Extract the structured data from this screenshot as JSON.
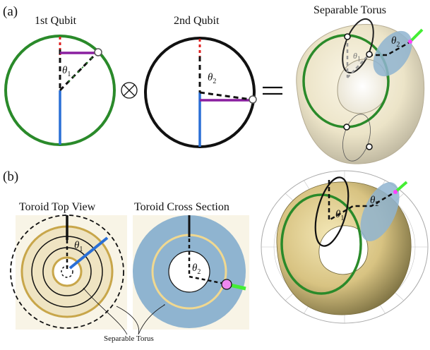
{
  "panel_a": {
    "label": "(a)",
    "qubit1_title": "1st Qubit",
    "qubit2_title": "2nd Qubit",
    "torus_title": "Separable Torus",
    "theta1": "θ",
    "theta1_sub": "1",
    "theta2": "θ",
    "theta2_sub": "2",
    "tensor_symbol": "⊗",
    "equals_symbol": "="
  },
  "panel_b": {
    "label": "(b)",
    "top_view_title": "Toroid Top View",
    "cross_section_title": "Toroid Cross Section",
    "annotation": "Separable Torus",
    "theta1": "θ",
    "theta1_sub": "1",
    "theta2": "θ",
    "theta2_sub": "2"
  },
  "colors": {
    "green": "#2a8a2a",
    "purple": "#8a1fa0",
    "blue": "#2a6fd6",
    "red": "#e02020",
    "cream": "#f3ead0",
    "gold": "#c8a64a",
    "steel_blue": "#8fb4d0",
    "magenta": "#ff40ff",
    "lime": "#44ee33"
  }
}
